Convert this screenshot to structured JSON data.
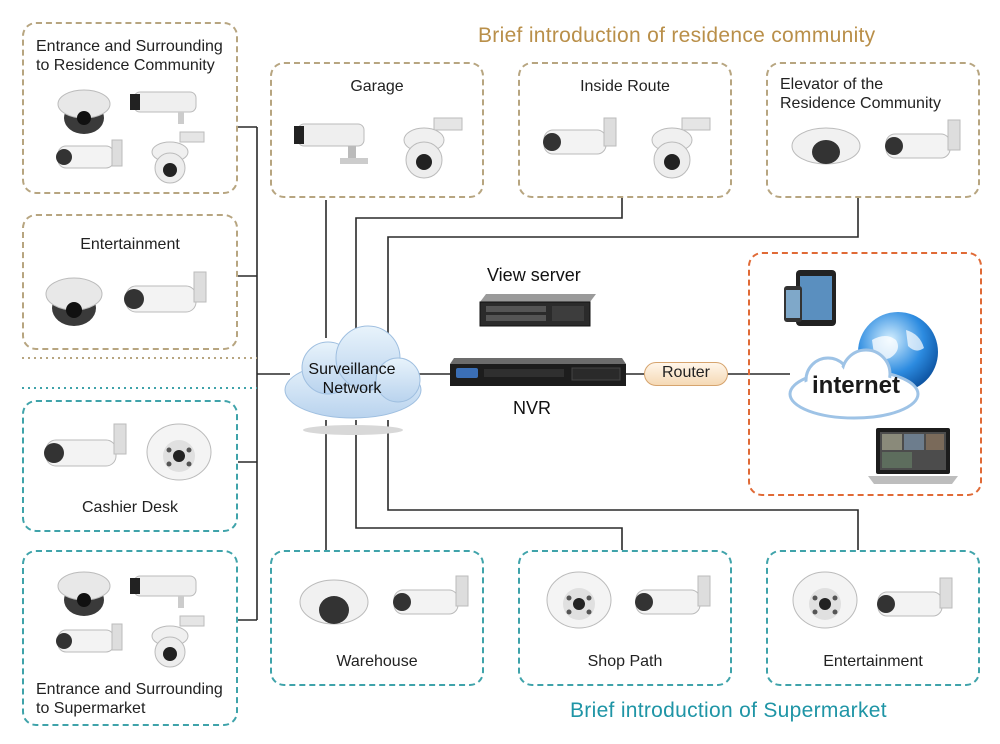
{
  "titles": {
    "residence": "Brief introduction of residence community",
    "supermarket": "Brief introduction of Supermarket"
  },
  "residence_boxes": {
    "entrance": "Entrance and Surrounding to Residence Community",
    "entertainment": "Entertainment",
    "garage": "Garage",
    "inside_route": "Inside Route",
    "elevator": "Elevator of the Residence Community"
  },
  "supermarket_boxes": {
    "cashier": "Cashier Desk",
    "entrance": "Entrance and Surrounding to Supermarket",
    "warehouse": "Warehouse",
    "shop_path": "Shop Path",
    "entertainment": "Entertainment"
  },
  "center": {
    "cloud": "Surveillance Network",
    "view_server": "View server",
    "nvr": "NVR",
    "router": "Router",
    "internet": "internet"
  },
  "colors": {
    "residence": "#b7a580",
    "supermarket": "#3fa3aa",
    "network": "#e06a36"
  }
}
